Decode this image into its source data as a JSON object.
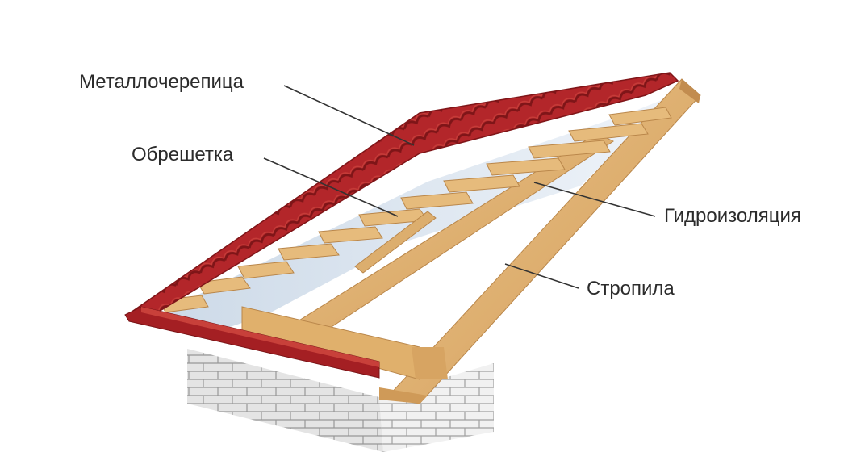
{
  "labels": {
    "metal_tile": "Металлочерепица",
    "battens": "Обрешетка",
    "waterproofing": "Гидроизоляция",
    "rafters": "Стропила"
  },
  "colors": {
    "tile": "#b3262a",
    "tile_dark": "#7f1518",
    "tile_light": "#d0463f",
    "wood": "#e3b978",
    "wood_dark": "#b9864a",
    "membrane": "#dde7f2",
    "brick": "#eeeeee",
    "brick_line": "#9a9a9a",
    "leader": "#333333"
  }
}
